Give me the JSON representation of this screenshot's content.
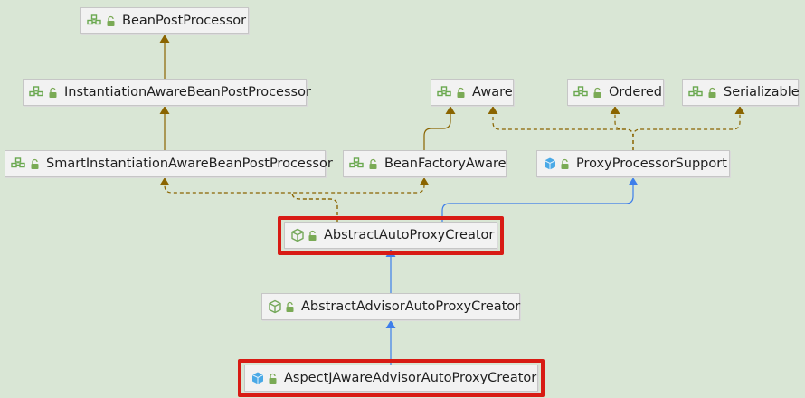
{
  "colors": {
    "background": "#d9e6d5",
    "node_fill": "#f2f2f2",
    "node_border": "#c6c6c6",
    "interface_arrow": "#8a6400",
    "class_arrow": "#3d7eea",
    "highlight": "#d81b14",
    "interface_icon": "#6aa84f",
    "class_icon": "#74a85a",
    "concrete_class_icon": "#4aa9e6"
  },
  "nodes": {
    "bean_post_processor": {
      "label": "BeanPostProcessor",
      "icon": "interface-icon"
    },
    "instantiation_aware": {
      "label": "InstantiationAwareBeanPostProcessor",
      "icon": "interface-icon"
    },
    "smart_instantiation_aware": {
      "label": "SmartInstantiationAwareBeanPostProcessor",
      "icon": "interface-icon"
    },
    "aware": {
      "label": "Aware",
      "icon": "interface-icon"
    },
    "bean_factory_aware": {
      "label": "BeanFactoryAware",
      "icon": "interface-icon"
    },
    "ordered": {
      "label": "Ordered",
      "icon": "interface-icon"
    },
    "serializable": {
      "label": "Serializable",
      "icon": "interface-icon"
    },
    "proxy_processor_support": {
      "label": "ProxyProcessorSupport",
      "icon": "class-icon"
    },
    "abstract_auto_proxy_creator": {
      "label": "AbstractAutoProxyCreator",
      "icon": "abstract-class-icon",
      "highlighted": true
    },
    "abstract_advisor_auto_proxy_creator": {
      "label": "AbstractAdvisorAutoProxyCreator",
      "icon": "abstract-class-icon"
    },
    "aspectj_aware_advisor_auto_proxy_creator": {
      "label": "AspectJAwareAdvisorAutoProxyCreator",
      "icon": "class-icon",
      "highlighted": true
    }
  },
  "edges": [
    {
      "from": "instantiation_aware",
      "to": "bean_post_processor",
      "kind": "extends-interface"
    },
    {
      "from": "smart_instantiation_aware",
      "to": "instantiation_aware",
      "kind": "extends-interface"
    },
    {
      "from": "bean_factory_aware",
      "to": "aware",
      "kind": "extends-interface"
    },
    {
      "from": "proxy_processor_support",
      "to": "aware",
      "kind": "implements"
    },
    {
      "from": "proxy_processor_support",
      "to": "ordered",
      "kind": "implements"
    },
    {
      "from": "proxy_processor_support",
      "to": "serializable",
      "kind": "implements"
    },
    {
      "from": "abstract_auto_proxy_creator",
      "to": "smart_instantiation_aware",
      "kind": "implements"
    },
    {
      "from": "abstract_auto_proxy_creator",
      "to": "bean_factory_aware",
      "kind": "implements"
    },
    {
      "from": "abstract_auto_proxy_creator",
      "to": "proxy_processor_support",
      "kind": "extends-class"
    },
    {
      "from": "abstract_advisor_auto_proxy_creator",
      "to": "abstract_auto_proxy_creator",
      "kind": "extends-class"
    },
    {
      "from": "aspectj_aware_advisor_auto_proxy_creator",
      "to": "abstract_advisor_auto_proxy_creator",
      "kind": "extends-class"
    }
  ]
}
